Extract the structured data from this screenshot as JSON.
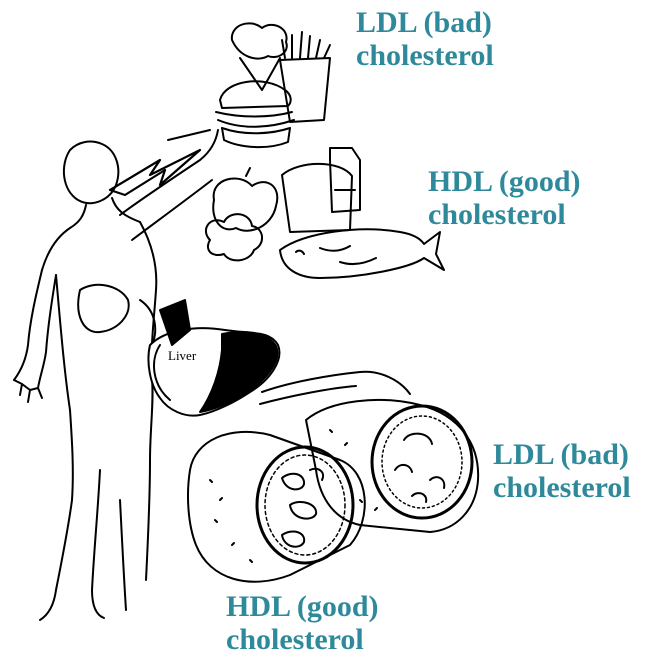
{
  "labels": {
    "ldl_top": {
      "line1": "LDL (bad)",
      "line2": "cholesterol"
    },
    "hdl_top": {
      "line1": "HDL (good)",
      "line2": "cholesterol"
    },
    "ldl_bottom": {
      "line1": "LDL (bad)",
      "line2": "cholesterol"
    },
    "hdl_bottom": {
      "line1": "HDL (good)",
      "line2": "cholesterol"
    }
  },
  "liver_label": "Liver",
  "colors": {
    "label_text": "#2e8a9a",
    "line_art": "#000000",
    "background": "#ffffff"
  }
}
